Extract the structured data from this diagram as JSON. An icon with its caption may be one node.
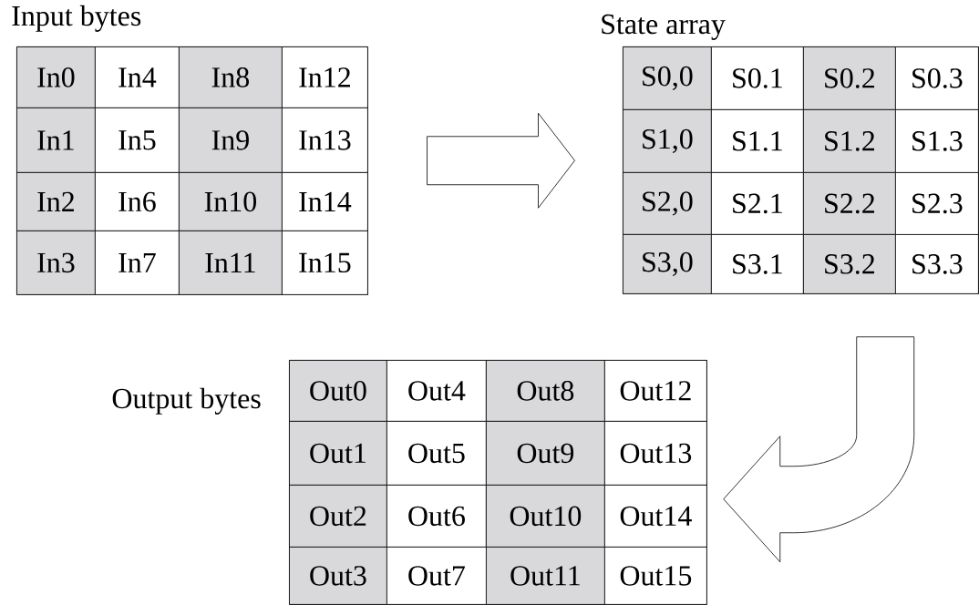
{
  "diagram": {
    "nodes": [
      {
        "text": [
          "Input bytes"
        ]
      },
      {
        "text": [
          "In0"
        ],
        "in": 0
      },
      {
        "text": [
          "In4"
        ],
        "in": 0
      },
      {
        "text": [
          "In8"
        ],
        "in": 0
      },
      {
        "text": [
          "In12"
        ],
        "in": 0
      },
      {
        "text": [
          "In1"
        ],
        "in": 0
      },
      {
        "text": [
          "In5"
        ],
        "in": 0
      },
      {
        "text": [
          "In9"
        ],
        "in": 0
      },
      {
        "text": [
          "In13"
        ],
        "in": 0
      },
      {
        "text": [
          "In2"
        ],
        "in": 0
      },
      {
        "text": [
          "In6"
        ],
        "in": 0
      },
      {
        "text": [
          "In10"
        ],
        "in": 0
      },
      {
        "text": [
          "In14"
        ],
        "in": 0
      },
      {
        "text": [
          "In3"
        ],
        "in": 0
      },
      {
        "text": [
          "In7"
        ],
        "in": 0
      },
      {
        "text": [
          "In11"
        ],
        "in": 0
      },
      {
        "text": [
          "In15"
        ],
        "in": 0
      },
      {
        "text": [
          "State array"
        ]
      },
      {
        "text": [
          "S0,0"
        ],
        "in": 17
      },
      {
        "text": [
          "S0.1"
        ],
        "in": 17
      },
      {
        "text": [
          "S0.2"
        ],
        "in": 17
      },
      {
        "text": [
          "S0.3"
        ],
        "in": 17
      },
      {
        "text": [
          "S1,0"
        ],
        "in": 17
      },
      {
        "text": [
          "S1.1"
        ],
        "in": 17
      },
      {
        "text": [
          "S1.2"
        ],
        "in": 17
      },
      {
        "text": [
          "S1.3"
        ],
        "in": 17
      },
      {
        "text": [
          "S2,0"
        ],
        "in": 17
      },
      {
        "text": [
          "S2.1"
        ],
        "in": 17
      },
      {
        "text": [
          "S2.2"
        ],
        "in": 17
      },
      {
        "text": [
          "S2.3"
        ],
        "in": 17
      },
      {
        "text": [
          "S3,0"
        ],
        "in": 17
      },
      {
        "text": [
          "S3.1"
        ],
        "in": 17
      },
      {
        "text": [
          "S3.2"
        ],
        "in": 17
      },
      {
        "text": [
          "S3.3"
        ],
        "in": 17
      },
      {
        "text": [
          "Output bytes"
        ]
      },
      {
        "text": [
          "Out0"
        ],
        "in": 34
      },
      {
        "text": [
          "Out4"
        ],
        "in": 34
      },
      {
        "text": [
          "Out8"
        ],
        "in": 34
      },
      {
        "text": [
          "Out12"
        ],
        "in": 34
      },
      {
        "text": [
          "Out1"
        ],
        "in": 34
      },
      {
        "text": [
          "Out5"
        ],
        "in": 34
      },
      {
        "text": [
          "Out9"
        ],
        "in": 34
      },
      {
        "text": [
          "Out13"
        ],
        "in": 34
      },
      {
        "text": [
          "Out2"
        ],
        "in": 34
      },
      {
        "text": [
          "Out6"
        ],
        "in": 34
      },
      {
        "text": [
          "Out10"
        ],
        "in": 34
      },
      {
        "text": [
          "Out14"
        ],
        "in": 34
      },
      {
        "text": [
          "Out3"
        ],
        "in": 34
      },
      {
        "text": [
          "Out7"
        ],
        "in": 34
      },
      {
        "text": [
          "Out11"
        ],
        "in": 34
      },
      {
        "text": [
          "Out15"
        ],
        "in": 34
      }
    ],
    "edges": [
      {
        "from": 0,
        "to": 17,
        "arrow": "to"
      },
      {
        "from": 17,
        "to": 34,
        "arrow": "to"
      }
    ]
  }
}
